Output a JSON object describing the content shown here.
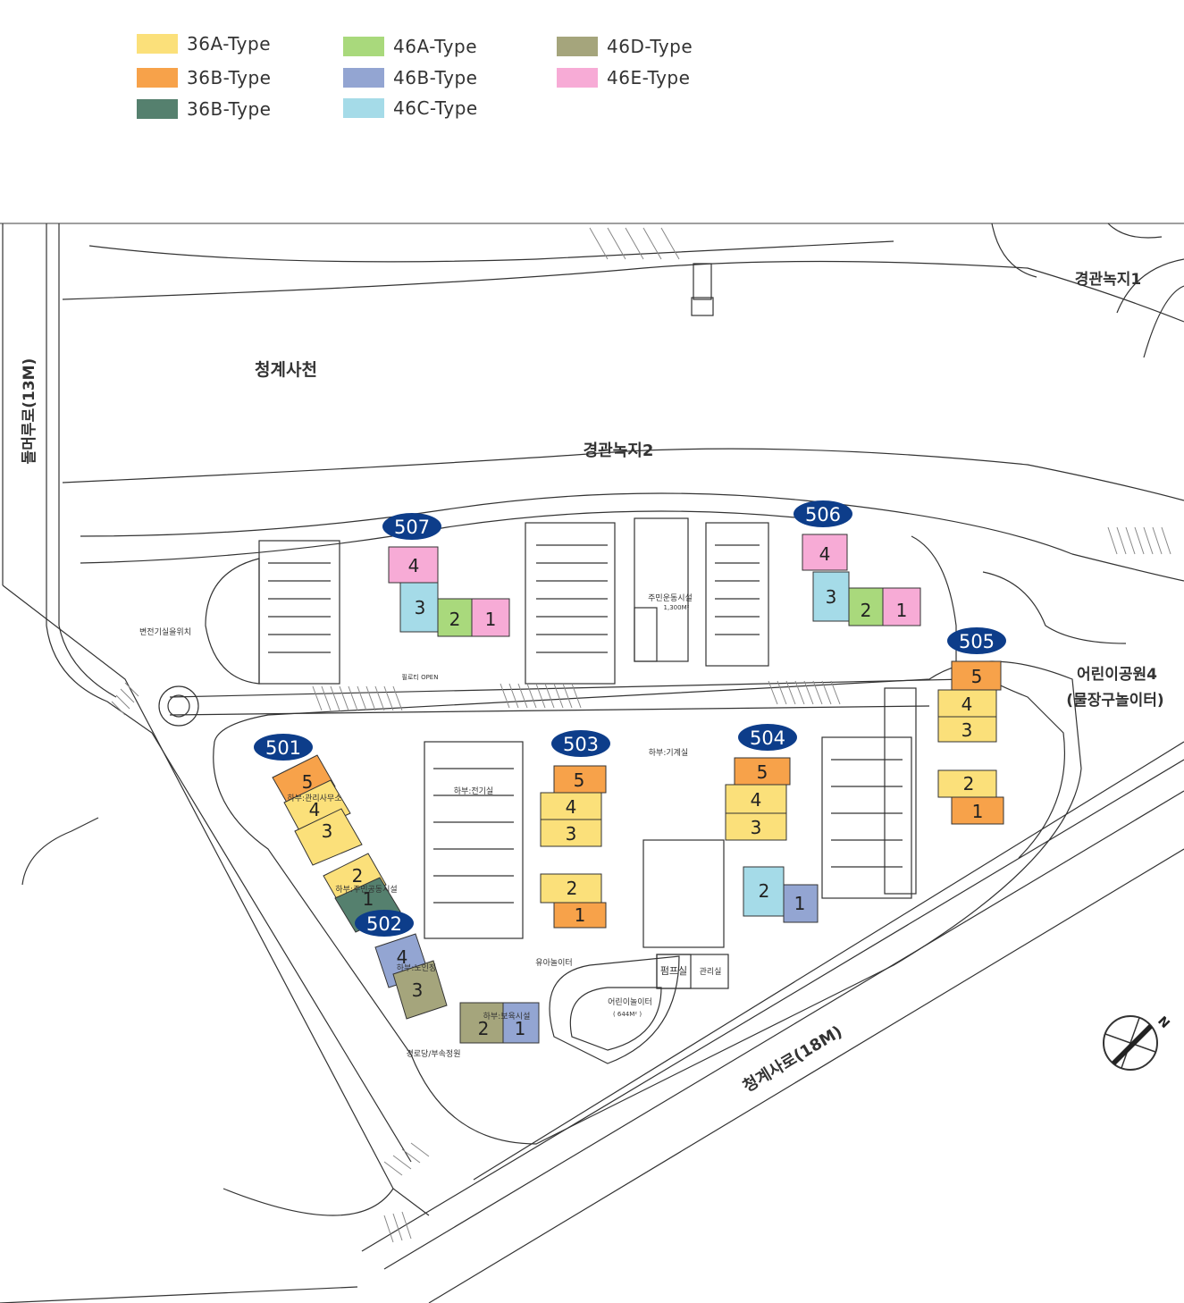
{
  "legend": [
    {
      "label": "36A-Type",
      "color": "#fbe07a"
    },
    {
      "label": "36B-Type",
      "color": "#f7a24a"
    },
    {
      "label": "36B-Type",
      "color": "#55806e"
    },
    {
      "label": "46A-Type",
      "color": "#a9d97c"
    },
    {
      "label": "46B-Type",
      "color": "#93a5d2"
    },
    {
      "label": "46C-Type",
      "color": "#a5dbe8"
    },
    {
      "label": "46D-Type",
      "color": "#a5a57c"
    },
    {
      "label": "46E-Type",
      "color": "#f7abd6"
    }
  ],
  "places": {
    "stream": "청계사천",
    "green2": "경관녹지2",
    "green1": "경관녹지1",
    "road_left": "돌머루로(13M)",
    "road_bottom": "청계사로(18M)",
    "playground_line1": "어린이공원4",
    "playground_line2": "(물장구놀이터)",
    "community": "주민운동시설",
    "community_area": "1,300M²",
    "kids_play": "어린이놀이터",
    "kids_play_area": "( 644M² )",
    "pump": "펌프실",
    "management": "관리실",
    "kids_playground_small": "유아놀이터",
    "basement_elec": "하부:전기실",
    "basement_mech": "하부:기계실",
    "site_location": "변전기실을위치",
    "open_space": "필로티 OPEN",
    "elderly": "경로당/부속정원"
  },
  "buildings": [
    {
      "no": "501",
      "lower_note_a": "하부:관리사무소",
      "lower_note_b": "하부:주민공동시설"
    },
    {
      "no": "502",
      "lower_note_a": "하부:노인정",
      "lower_note_b": "하부:보육시설"
    },
    {
      "no": "503",
      "lower_note_a": "",
      "lower_note_b": ""
    },
    {
      "no": "504",
      "lower_note_a": "",
      "lower_note_b": ""
    },
    {
      "no": "505",
      "lower_note_a": "",
      "lower_note_b": ""
    },
    {
      "no": "506",
      "lower_note_a": "",
      "lower_note_b": ""
    },
    {
      "no": "507",
      "lower_note_a": "",
      "lower_note_b": ""
    }
  ],
  "compass": "N"
}
